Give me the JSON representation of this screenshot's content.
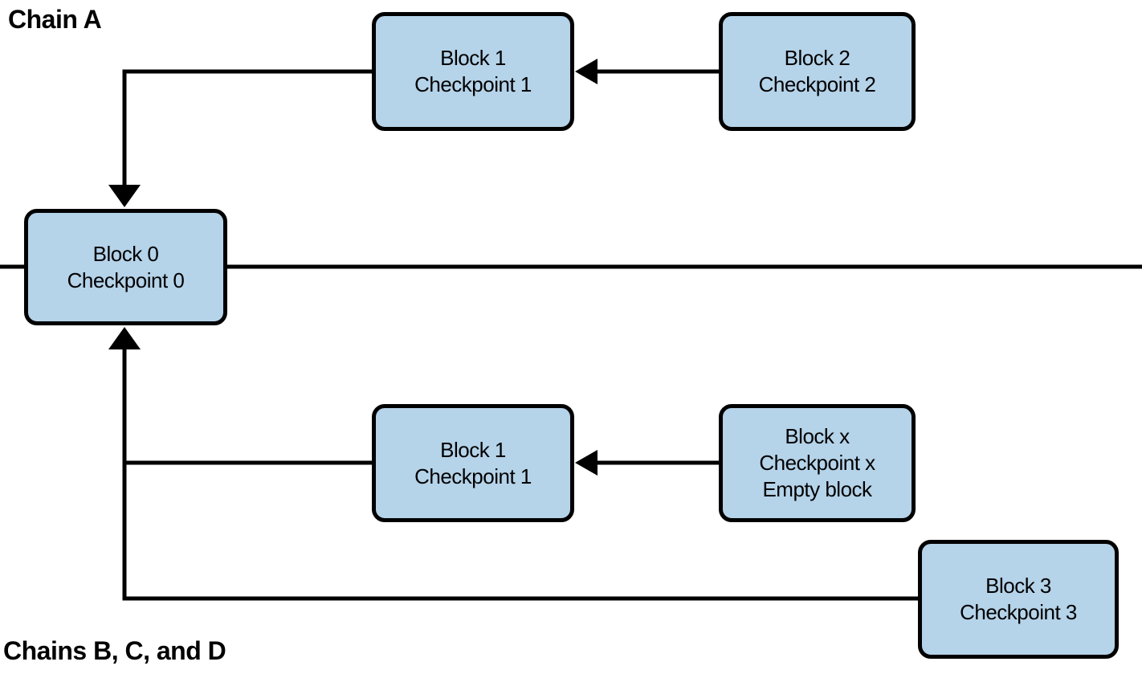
{
  "labels": {
    "chain_a": "Chain A",
    "chains_bcd": "Chains B, C, and D"
  },
  "nodes": {
    "block1_top": {
      "lines": [
        "Block 1",
        "Checkpoint 1"
      ]
    },
    "block2": {
      "lines": [
        "Block 2",
        "Checkpoint 2"
      ]
    },
    "block0": {
      "lines": [
        "Block 0",
        "Checkpoint 0"
      ]
    },
    "block1_bottom": {
      "lines": [
        "Block 1",
        "Checkpoint 1"
      ]
    },
    "blockx": {
      "lines": [
        "Block x",
        "Checkpoint x",
        "Empty block"
      ]
    },
    "block3": {
      "lines": [
        "Block 3",
        "Checkpoint 3"
      ]
    }
  },
  "colors": {
    "node_fill": "#b5d3e9",
    "node_border": "#000000",
    "connector": "#000000",
    "background": "#ffffff"
  }
}
